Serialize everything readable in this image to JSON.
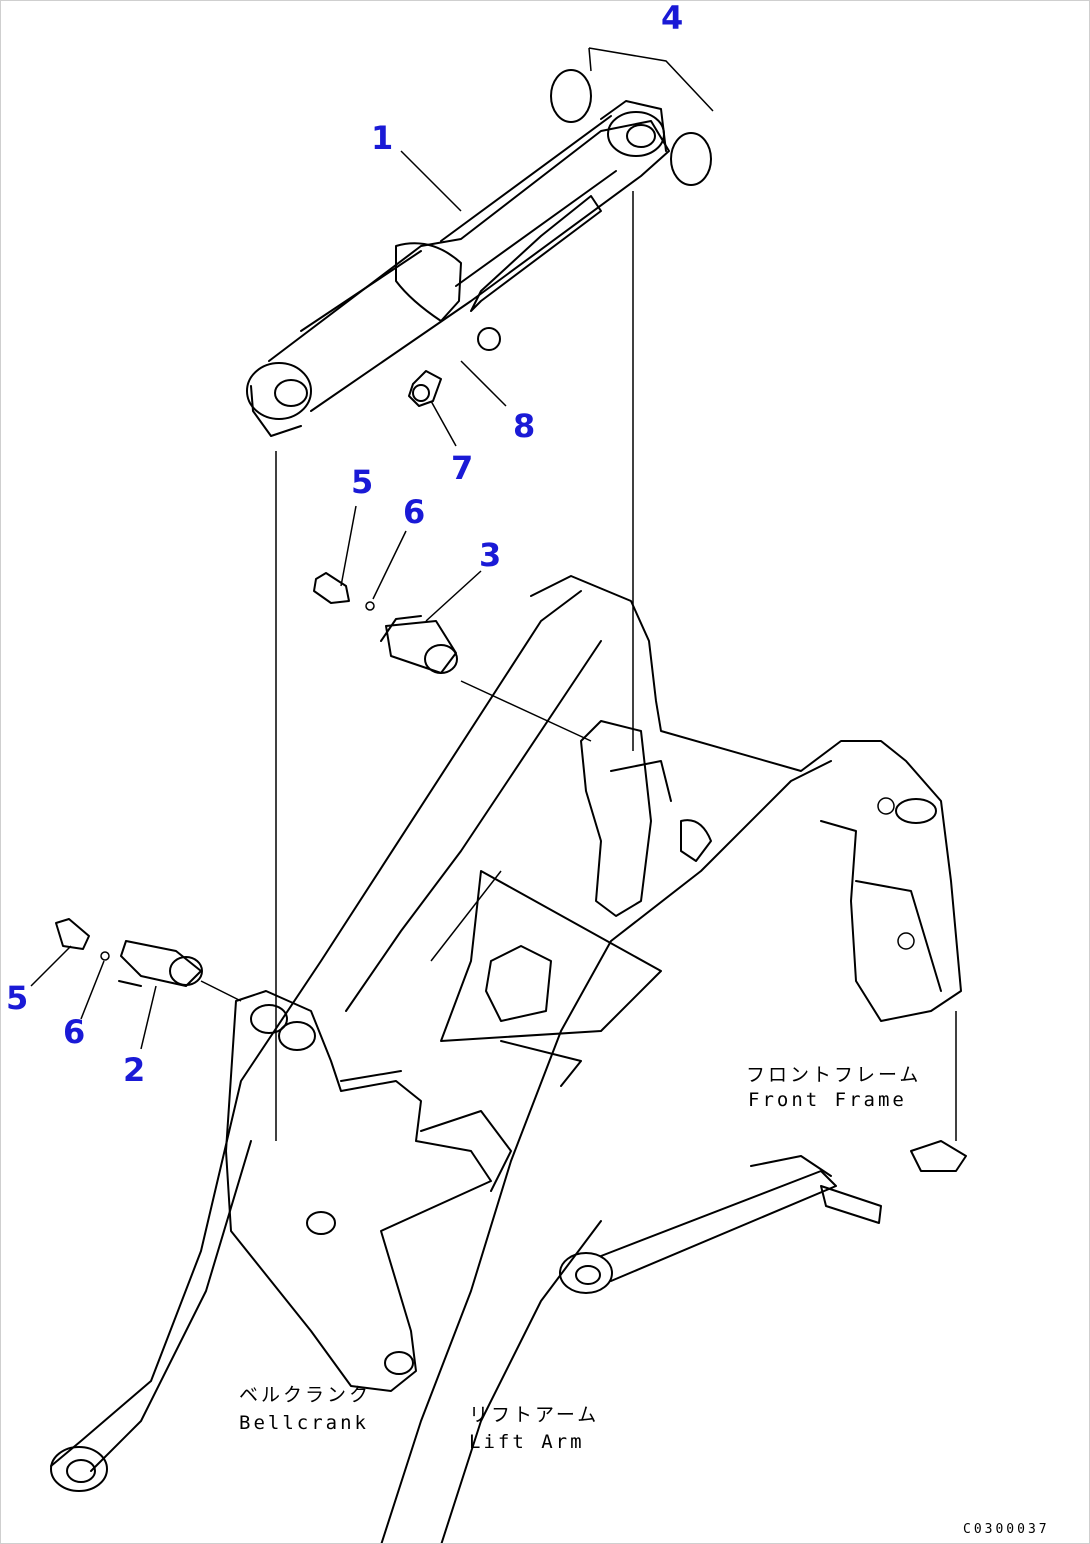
{
  "callouts": {
    "n1": "1",
    "n2": "2",
    "n3": "3",
    "n4": "4",
    "n5a": "5",
    "n5b": "5",
    "n6a": "6",
    "n6b": "6",
    "n7": "7",
    "n8": "8"
  },
  "captions": {
    "front_frame_jp": "フロントフレーム",
    "front_frame_en": "Front Frame",
    "bellcrank_jp": "ベルクランク",
    "bellcrank_en": "Bellcrank",
    "lift_arm_jp": "リフトアーム",
    "lift_arm_en": "Lift Arm"
  },
  "drawing_code": "C0300037",
  "colors": {
    "callout": "#1a1ad6",
    "line": "#000000"
  }
}
